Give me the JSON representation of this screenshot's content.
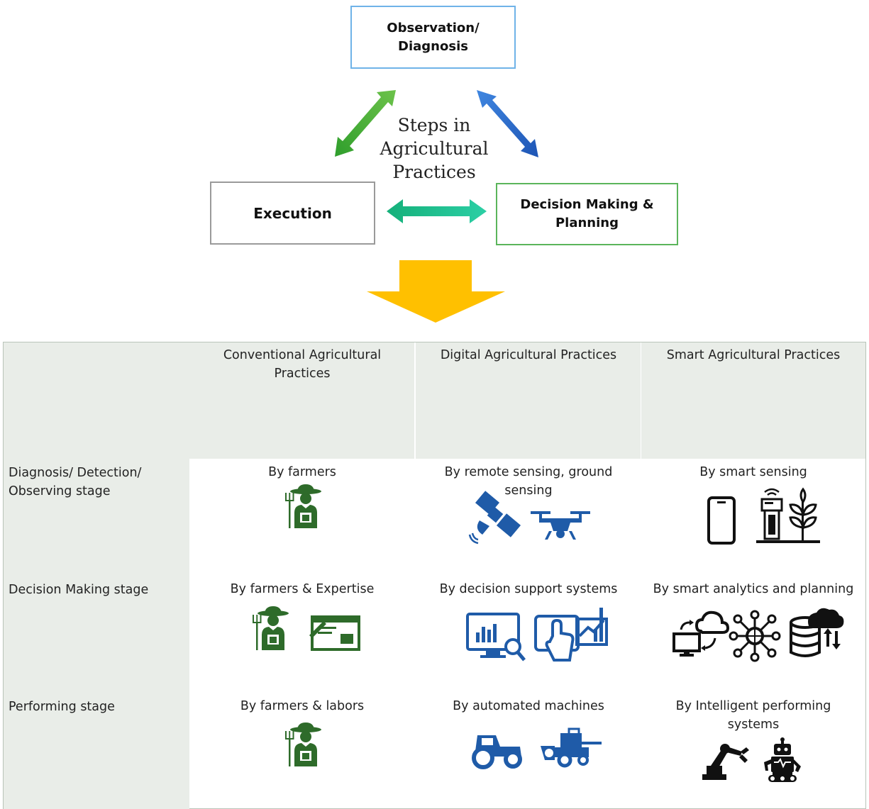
{
  "cycle": {
    "top_box": "Observation/\nDiagnosis",
    "left_box": "Execution",
    "right_box": "Decision Making &\nPlanning",
    "center_title": "Steps in\nAgricultural\nPractices"
  },
  "colors": {
    "green_arrow": "#3aaa35",
    "blue_arrow": "#2f6fcf",
    "teal_arrow": "#1abc8c",
    "yellow_arrow": "#ffc000",
    "table_gray": "#e9ede8",
    "icon_green": "#2e6b2a",
    "icon_blue": "#1f5ba8",
    "icon_black": "#111111"
  },
  "table": {
    "columns": [
      "Conventional Agricultural\nPractices",
      "Digital Agricultural Practices",
      "Smart Agricultural Practices"
    ],
    "rows": [
      {
        "label": "Diagnosis/ Detection/\nObserving stage",
        "cells": [
          "By farmers",
          "By remote sensing, ground\nsensing",
          "By smart sensing"
        ],
        "icons": [
          [
            "farmer-icon"
          ],
          [
            "satellite-icon",
            "drone-icon"
          ],
          [
            "smartphone-icon",
            "sensor-plant-icon"
          ]
        ]
      },
      {
        "label": "Decision Making stage",
        "cells": [
          "By farmers & Expertise",
          "By decision support systems",
          "By smart analytics and planning"
        ],
        "icons": [
          [
            "farmer-icon",
            "document-icon"
          ],
          [
            "analytics-monitor-icon",
            "tablet-chart-icon"
          ],
          [
            "cloud-computer-icon",
            "network-hub-icon",
            "database-cloud-icon"
          ]
        ]
      },
      {
        "label": "Performing stage",
        "cells": [
          "By farmers & labors",
          "By automated machines",
          "By Intelligent performing\nsystems"
        ],
        "icons": [
          [
            "farmer-icon"
          ],
          [
            "tractor-icon",
            "harvester-icon"
          ],
          [
            "robot-arm-icon",
            "robot-icon"
          ]
        ]
      }
    ]
  }
}
